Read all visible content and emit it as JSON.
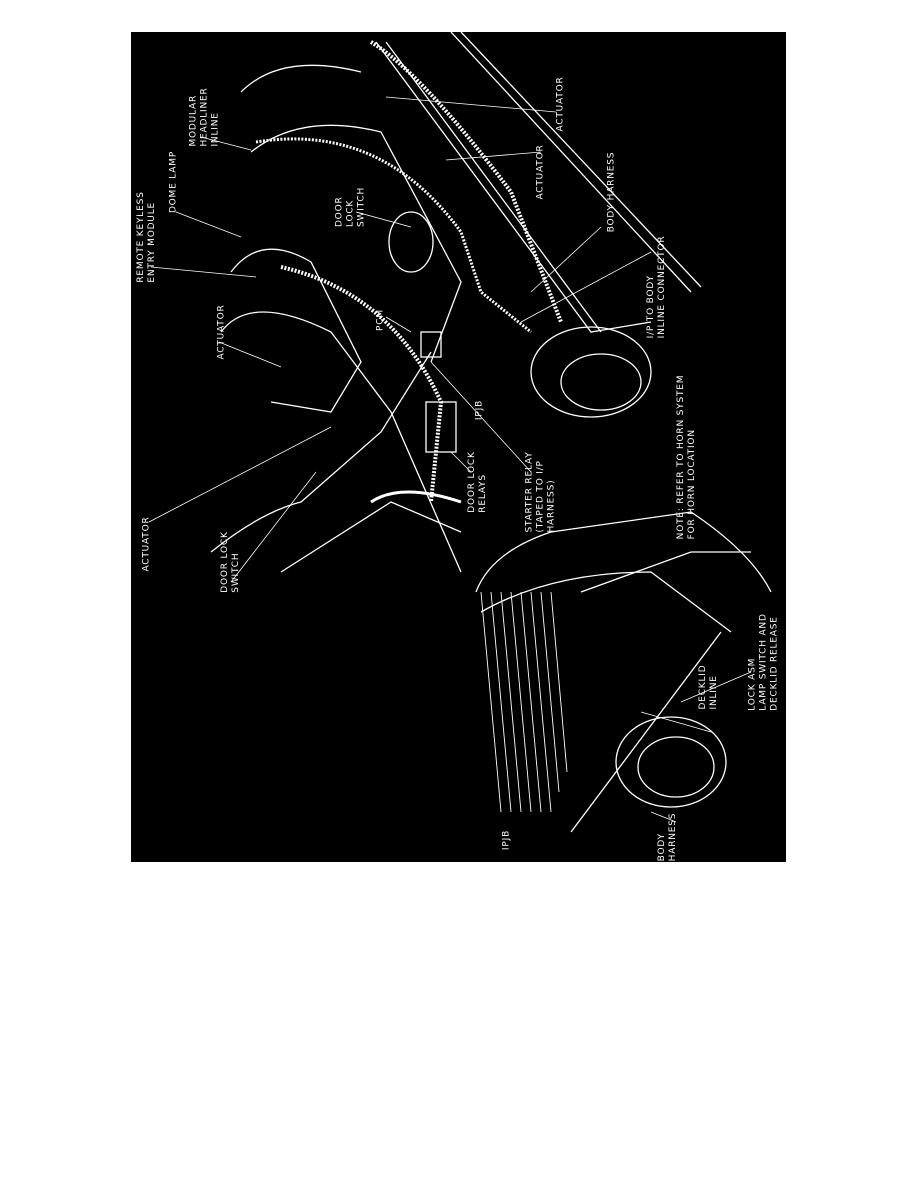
{
  "figure": {
    "labels": {
      "remote_keyless": [
        "REMOTE KEYLESS",
        "ENTRY MODULE"
      ],
      "dome_lamp": [
        "DOME LAMP"
      ],
      "headliner": [
        "MODULAR",
        "HEADLINER",
        "INLINE"
      ],
      "actuator_top": [
        "ACTUATOR"
      ],
      "actuator_right": [
        "ACTUATOR"
      ],
      "body_harness_top": [
        "BODY HARNESS"
      ],
      "ip_body": [
        "I/P TO BODY",
        "INLINE CONNECTOR"
      ],
      "door_lock_switch_top": [
        "DOOR",
        "LOCK",
        "SWITCH"
      ],
      "pcm": [
        "PCM"
      ],
      "actuator_left": [
        "ACTUATOR"
      ],
      "ipjb_top": [
        "IPJB"
      ],
      "door_lock_relays": [
        "DOOR LOCK",
        "RELAYS"
      ],
      "starter_relay": [
        "STARTER RELAY",
        "(TAPED TO I/P",
        "HARNESS)"
      ],
      "note": [
        "NOTE: REFER TO HORN SYSTEM",
        "FOR HORN LOCATION"
      ],
      "actuator_bottom": [
        "ACTUATOR"
      ],
      "door_lock_switch_bottom": [
        "DOOR LOCK",
        "SWITCH"
      ],
      "decklid_inline": [
        "DECKLID",
        "INLINE"
      ],
      "lock_asm": [
        "LOCK ASM",
        "LAMP SWITCH AND",
        "DECKLID RELEASE"
      ],
      "body_harness_bottom": [
        "BODY",
        "HARNESS"
      ],
      "ipjb_bottom": [
        "IPJB"
      ]
    }
  }
}
